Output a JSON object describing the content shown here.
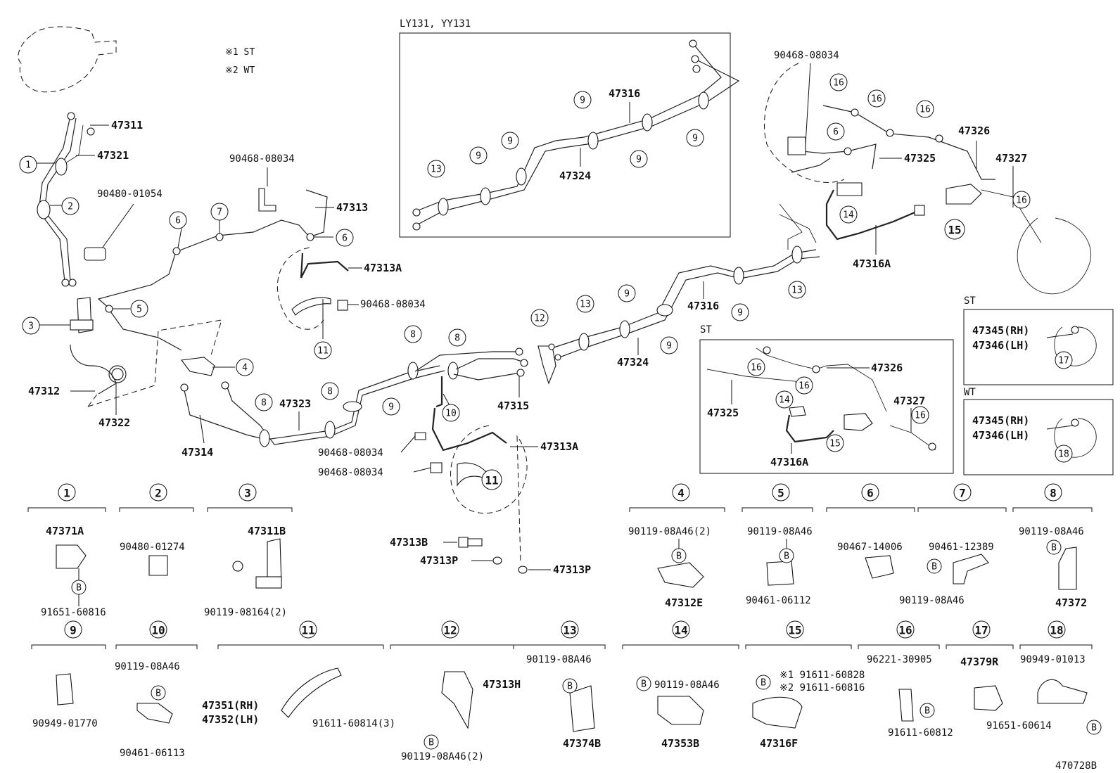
{
  "diagram_id": "470728B",
  "notes": {
    "n1": "※1 ST",
    "n2": "※2 WT"
  },
  "box_labels": {
    "lyyy": "LY131, YY131",
    "st_inset": "ST",
    "st_right": "ST",
    "wt_right": "WT"
  },
  "parts": {
    "p47311": "47311",
    "p47321": "47321",
    "p9048001054": "90480-01054",
    "p47312": "47312",
    "p47322": "47322",
    "p9046808034a": "90468-08034",
    "p47313": "47313",
    "p47313A_1": "47313A",
    "p9046808034b": "90468-08034",
    "p47323": "47323",
    "p47314": "47314",
    "p47315": "47315",
    "p9046808034c": "90468-08034",
    "p9046808034d": "90468-08034",
    "p47313A_2": "47313A",
    "p47313B": "47313B",
    "p47313P_1": "47313P",
    "p47313P_2": "47313P",
    "p47316_a": "47316",
    "p47324_a": "47324",
    "p47316_b": "47316",
    "p47324_b": "47324",
    "p9046808034e": "90468-08034",
    "p47325": "47325",
    "p47326": "47326",
    "p47327": "47327",
    "p47316A": "47316A",
    "st_47326": "47326",
    "st_47325": "47325",
    "st_47327": "47327",
    "st_47316A": "47316A",
    "r_47345a": "47345(RH)",
    "r_47346a": "47346(LH)",
    "r_47345b": "47345(RH)",
    "r_47346b": "47346(LH)"
  },
  "legend": {
    "l1_a": "47371A",
    "l1_b": "91651-60816",
    "l2_a": "90480-01274",
    "l3_a": "47311B",
    "l3_b": "90119-08164(2)",
    "l4_a": "90119-08A46(2)",
    "l4_b": "47312E",
    "l5_a": "90119-08A46",
    "l5_b": "90461-06112",
    "l6_a": "90467-14006",
    "l7_a": "90461-12389",
    "l7_b": "90119-08A46",
    "l8_a": "90119-08A46",
    "l8_b": "47372",
    "l9_a": "90949-01770",
    "l10_a": "90119-08A46",
    "l10_b": "90461-06113",
    "l11_a": "47351(RH)",
    "l11_b": "47352(LH)",
    "l11_c": "91611-60814(3)",
    "l12_a": "47313H",
    "l12_b": "90119-08A46(2)",
    "l13_a": "90119-08A46",
    "l13_b": "47374B",
    "l14_a": "90119-08A46",
    "l14_b": "47353B",
    "l15_a": "※1 91611-60828",
    "l15_b": "※2 91611-60816",
    "l15_c": "47316F",
    "l16_a": "96221-30905",
    "l16_b": "91611-60812",
    "l17_a": "47379R",
    "l18_a": "90949-01013",
    "l18_b": "91651-60614"
  },
  "legend_numbers": [
    "1",
    "2",
    "3",
    "4",
    "5",
    "6",
    "7",
    "8",
    "9",
    "10",
    "11",
    "12",
    "13",
    "14",
    "15",
    "16",
    "17",
    "18"
  ],
  "bolt_mark": "B"
}
